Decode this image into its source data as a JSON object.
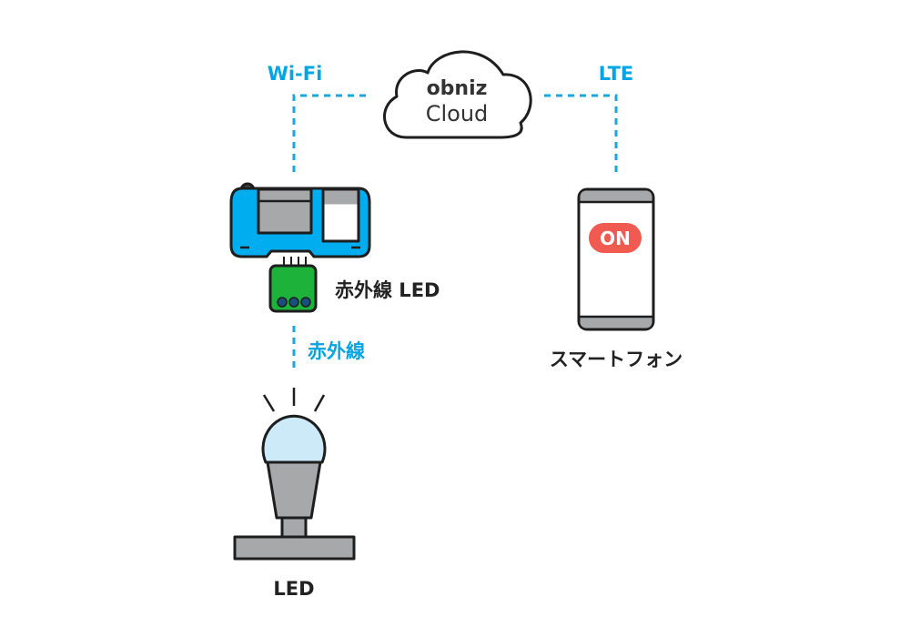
{
  "links": {
    "wifi_label": "Wi-Fi",
    "lte_label": "LTE",
    "ir_label": "赤外線"
  },
  "cloud": {
    "brand": "obniz",
    "name": "Cloud"
  },
  "device": {
    "module_label": "赤外線 LED"
  },
  "phone": {
    "button_label": "ON",
    "label": "スマートフォン"
  },
  "led": {
    "label": "LED"
  },
  "colors": {
    "link_blue": "#1aa7e0",
    "device_blue": "#00aeef",
    "module_green": "#1db33a",
    "on_button": "#f15a50",
    "bulb_light": "#cdeaf8",
    "gray": "#a7a8aa"
  }
}
